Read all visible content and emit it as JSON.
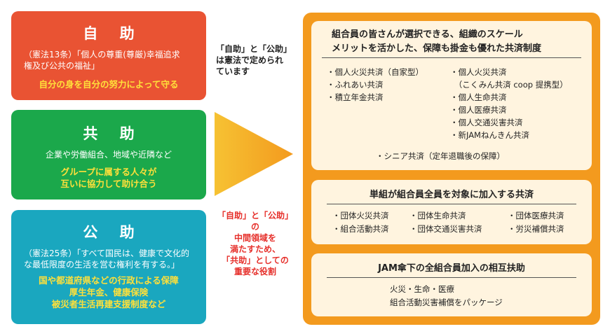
{
  "left": {
    "jijo": {
      "title": "自 助",
      "desc": [
        "（憲法13条）「個人の尊重(尊厳)幸福追求",
        "権及び公共の福祉」"
      ],
      "highlight": [
        "自分の身を自分の努力によって守る"
      ],
      "color": "#e95333"
    },
    "kyojo": {
      "title": "共 助",
      "desc": [
        "企業や労働組合、地域や近隣など"
      ],
      "highlight": [
        "グループに属する人々が",
        "互いに協力して助け合う"
      ],
      "color": "#1ba84b"
    },
    "kojo": {
      "title": "公 助",
      "desc": [
        "（憲法25条）「すべて国民は、健康で文化的",
        "な最低限度の生活を営む権利を有する。」"
      ],
      "highlight": [
        "国や都道府県などの行政による保障",
        "厚生年金、健康保険",
        "被災者生活再建支援制度など"
      ],
      "color": "#1aa7bf"
    }
  },
  "notes": {
    "constitution": [
      "「自助」と「公助」",
      "は憲法で定められ",
      "ています"
    ],
    "middle": [
      "「自助」と「公助」の",
      "中間領域を",
      "満たすため、",
      "「共助」としての",
      "重要な役割"
    ]
  },
  "right": {
    "outer_color": "#f39a1e",
    "panel1": {
      "title": [
        "組合員の皆さんが選択できる、組織のスケール",
        "メリットを活かした、保障も掛金も優れた共済制度"
      ],
      "col1": [
        "・個人火災共済（自家型）",
        "・ふれあい共済",
        "・積立年金共済"
      ],
      "col2": [
        "・個人火災共済",
        "　（こくみん共済 coop 提携型）",
        "・個人生命共済",
        "・個人医療共済",
        "・個人交通災害共済",
        "・新JAMねんきん共済"
      ],
      "bottom": "・シニア共済（定年退職後の保障）"
    },
    "panel2": {
      "title": "単組が組合員全員を対象に加入する共済",
      "col1": [
        "・団体火災共済",
        "・組合活動共済"
      ],
      "col2": [
        "・団体生命共済",
        "・団体交通災害共済"
      ],
      "col3": [
        "・団体医療共済",
        "・労災補償共済"
      ]
    },
    "panel3": {
      "title": "JAM傘下の全組合員加入の相互扶助",
      "lines": [
        "火災・生命・医療",
        "組合活動災害補償をパッケージ"
      ]
    }
  }
}
